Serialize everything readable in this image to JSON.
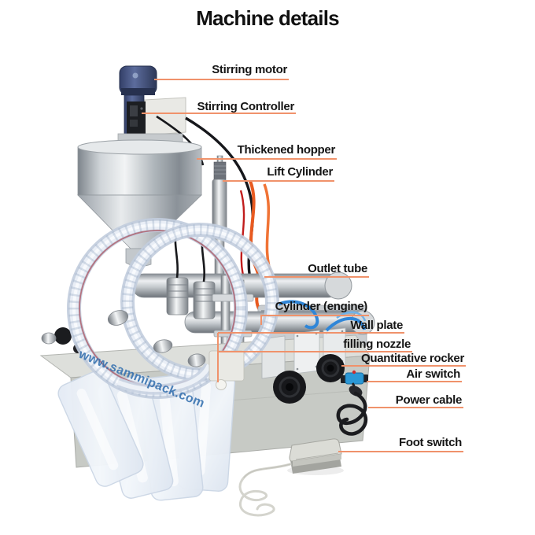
{
  "title": "Machine details",
  "watermark": "www.sammipack.com",
  "labels": [
    {
      "id": "stirring-motor",
      "text": "Stirring motor"
    },
    {
      "id": "stirring-controller",
      "text": "Stirring Controller"
    },
    {
      "id": "thickened-hopper",
      "text": "Thickened hopper"
    },
    {
      "id": "lift-cylinder",
      "text": "Lift Cylinder"
    },
    {
      "id": "outlet-tube",
      "text": "Outlet tube"
    },
    {
      "id": "cylinder-engine",
      "text": "Cylinder (engine)"
    },
    {
      "id": "wall-plate",
      "text": "Wall plate"
    },
    {
      "id": "filling-nozzle",
      "text": "filling nozzle"
    },
    {
      "id": "quantitative-rocker",
      "text": "Quantitative rocker"
    },
    {
      "id": "air-switch",
      "text": "Air switch"
    },
    {
      "id": "power-cable",
      "text": "Power cable"
    },
    {
      "id": "foot-switch",
      "text": "Foot switch"
    }
  ],
  "colors": {
    "background": "#ffffff",
    "title_text": "#111111",
    "label_text": "#151515",
    "leader_line": "#F0926B",
    "watermark_text": "#3470AF",
    "motor_blue": "#46568A",
    "steel_light": "#E9ECEE",
    "steel_dark": "#868D94",
    "tube_orange": "#E85A20",
    "tube_blue": "#2F86D8",
    "bag_tint": "#E7EDF6"
  }
}
